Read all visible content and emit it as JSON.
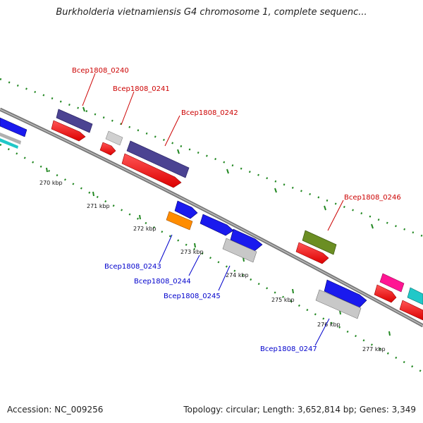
{
  "title": "Burkholderia vietnamiensis G4 chromosome 1, complete sequenc...",
  "footer": {
    "accession": "Accession: NC_009256",
    "summary": "Topology: circular; Length: 3,652,814 bp; Genes: 3,349"
  },
  "ticks": [
    "270 kbp",
    "271 kbp",
    "272 kbp",
    "273 kbp",
    "274 kbp",
    "275 kbp",
    "276 kbp",
    "277 kbp"
  ],
  "genes_top": [
    "Bcep1808_0240",
    "Bcep1808_0241",
    "Bcep1808_0242",
    "Bcep1808_0246"
  ],
  "genes_bottom": [
    "Bcep1808_0243",
    "Bcep1808_0244",
    "Bcep1808_0245",
    "Bcep1808_0247"
  ],
  "colors": {
    "cds": "#ff0000",
    "top_label": "#cc0000",
    "bottom_label": "#0000cc",
    "backbone": "#888888",
    "tick": "#228822",
    "slateblue": "#4b4392",
    "blue": "#1a1aee",
    "gray": "#c8c8c8",
    "orange": "#ff8c00",
    "olive": "#6b8e23",
    "magenta": "#ff1493",
    "cyan": "#20c8c8"
  }
}
